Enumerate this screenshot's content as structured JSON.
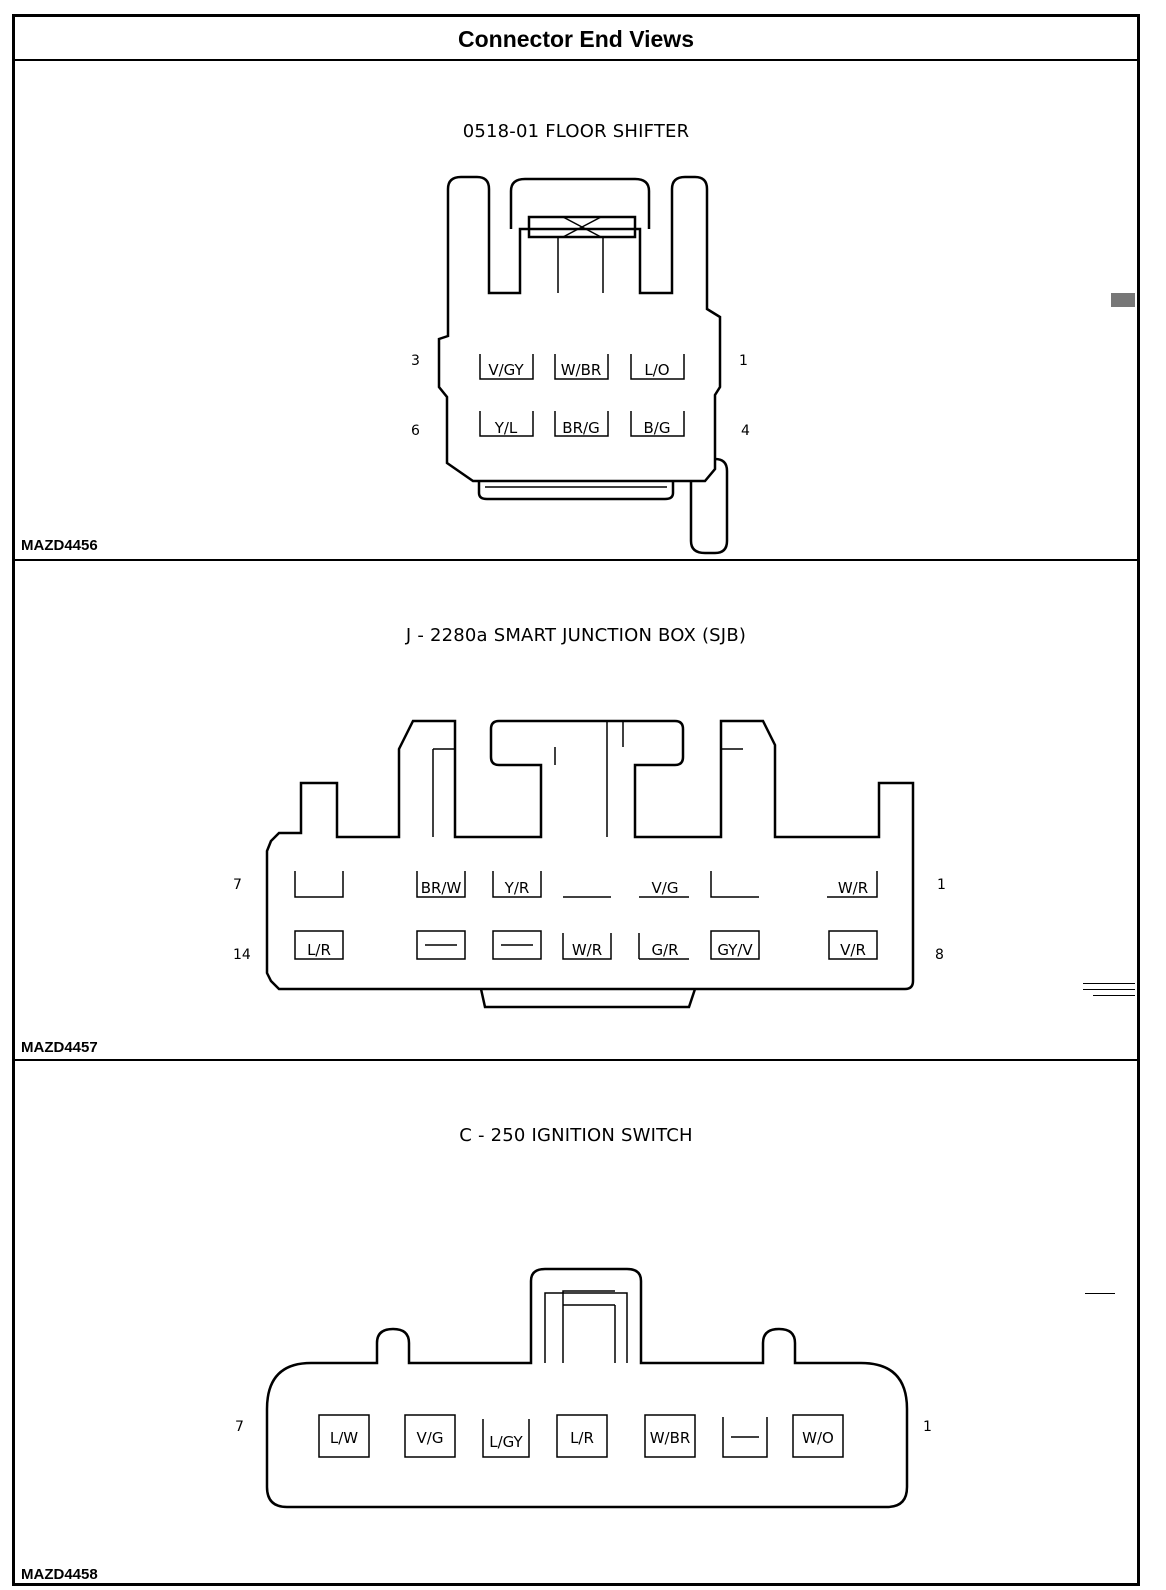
{
  "page": {
    "title": "Connector End Views"
  },
  "sections": [
    {
      "title": "0518-01  FLOOR SHIFTER",
      "code": "MAZD4456",
      "pins": {
        "top_left": "3",
        "top_right": "1",
        "bottom_left": "6",
        "bottom_right": "4"
      },
      "cells": [
        "V/GY",
        "W/BR",
        "L/O",
        "Y/L",
        "BR/G",
        "B/G"
      ]
    },
    {
      "title": "J - 2280a SMART JUNCTION BOX (SJB)",
      "code": "MAZD4457",
      "pins": {
        "top_left": "7",
        "top_right": "1",
        "bottom_left": "14",
        "bottom_right": "8"
      },
      "cells_top": [
        "",
        "BR/W",
        "Y/R",
        "",
        "V/G",
        "",
        "W/R"
      ],
      "cells_bottom": [
        "L/R",
        "",
        "",
        "W/R",
        "G/R",
        "GY/V",
        "V/R"
      ]
    },
    {
      "title": "C - 250 IGNITION SWITCH",
      "code": "MAZD4458",
      "pins": {
        "left": "7",
        "right": "1"
      },
      "cells": [
        "L/W",
        "V/G",
        "L/GY",
        "L/R",
        "W/BR",
        "",
        "W/O"
      ]
    }
  ]
}
